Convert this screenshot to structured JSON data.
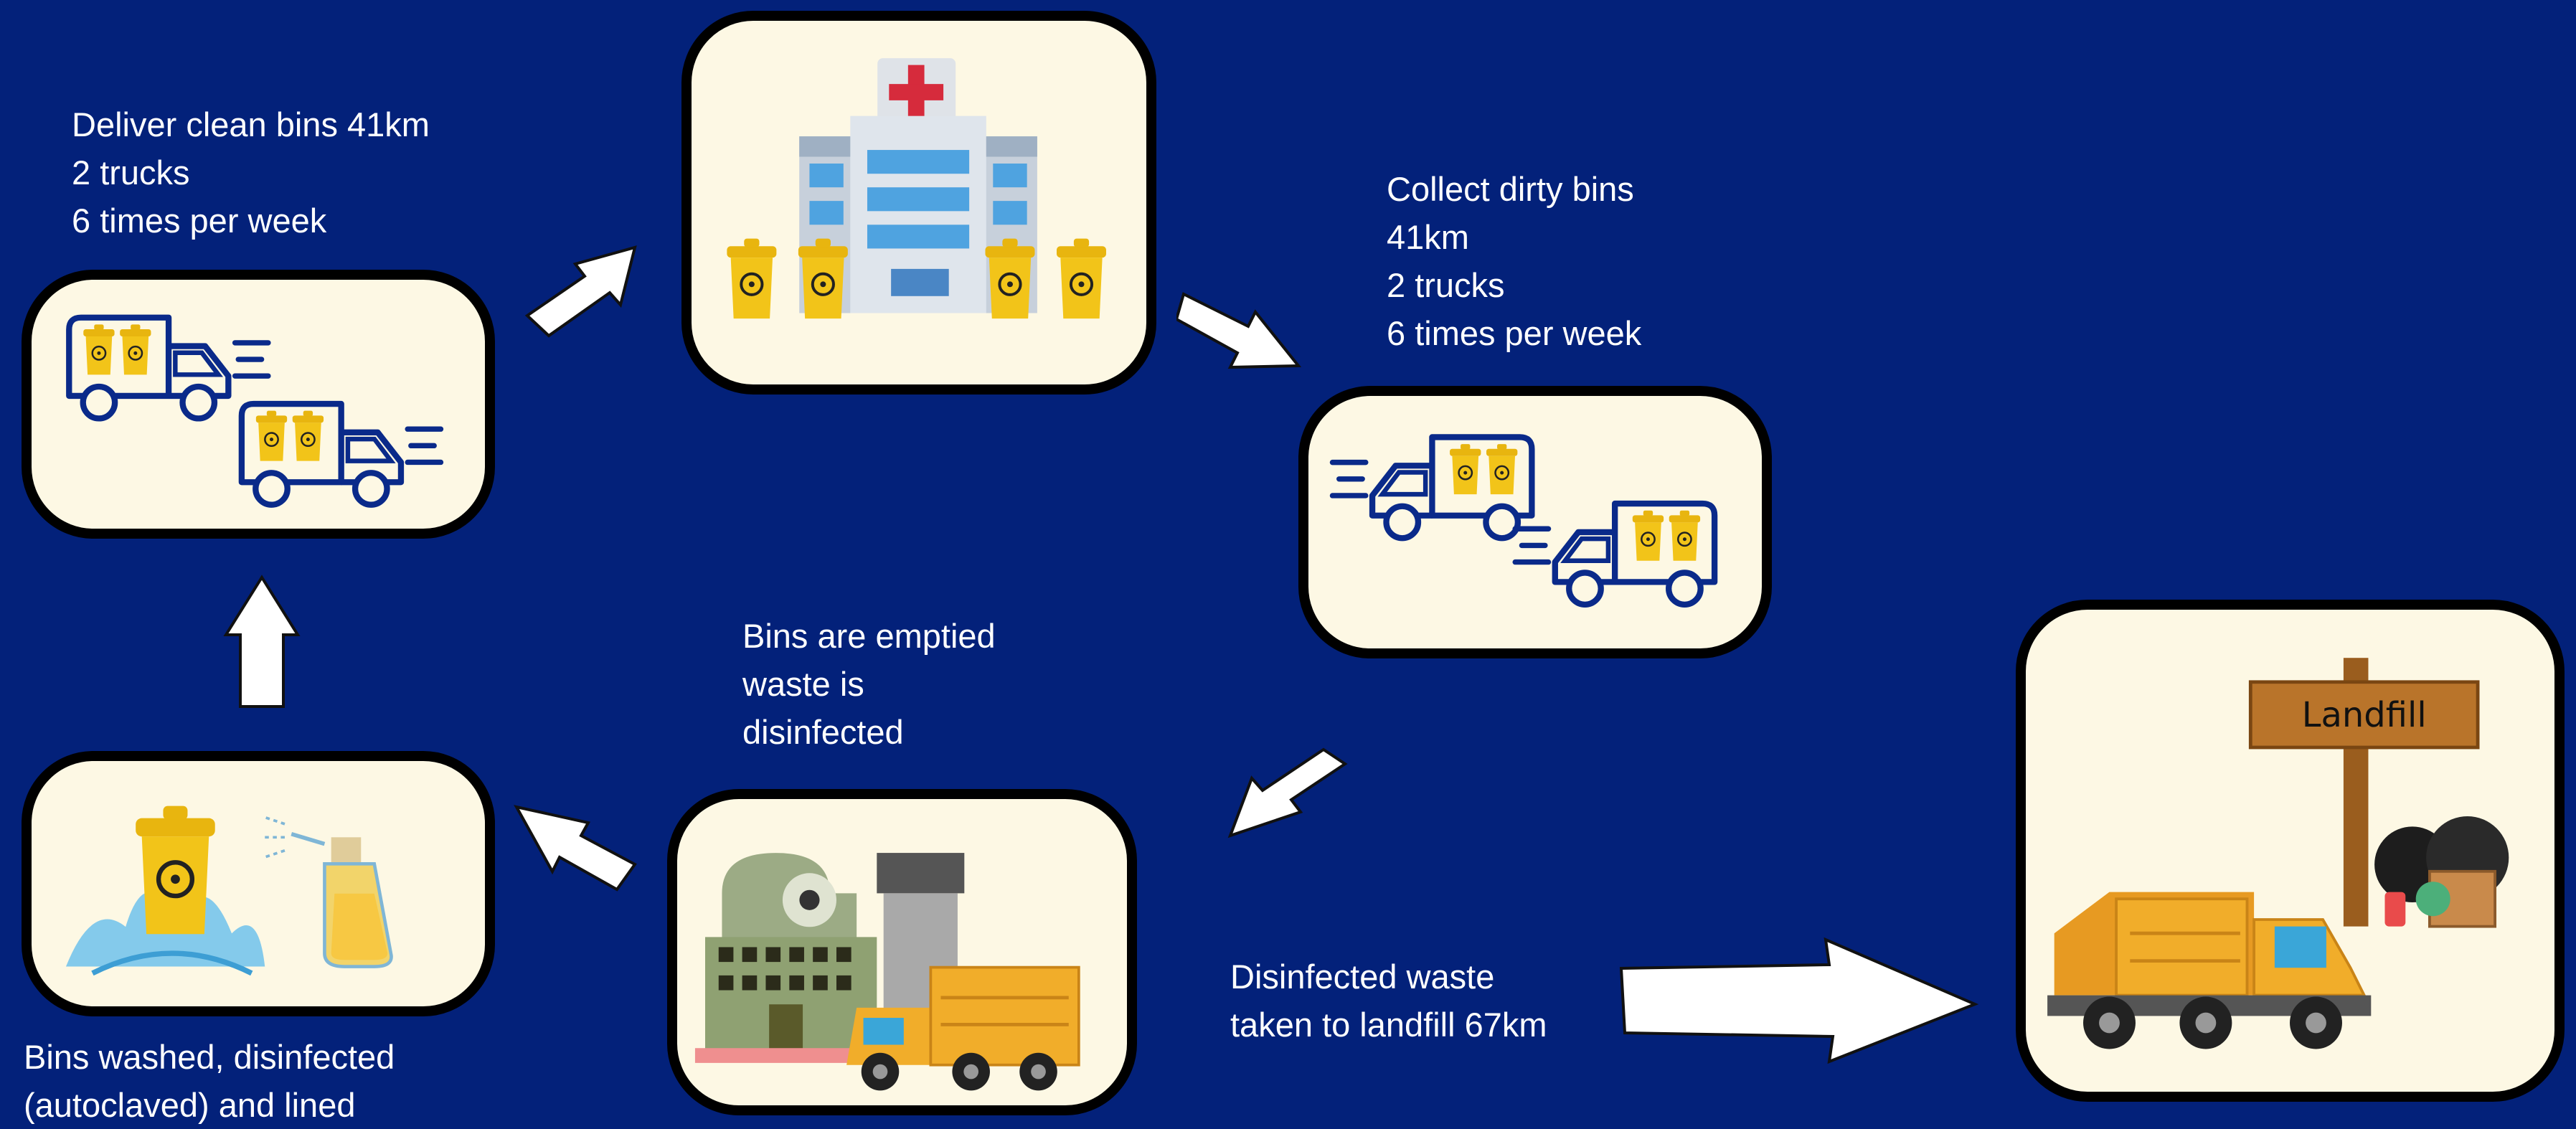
{
  "captions": {
    "deliver": [
      "Deliver clean bins 41km",
      "2 trucks",
      "6 times per week"
    ],
    "collect": [
      "Collect dirty bins",
      "41km",
      "2 trucks",
      "6 times per week"
    ],
    "emptied": [
      "Bins are emptied",
      "waste is",
      "disinfected"
    ],
    "washed": [
      "Bins washed, disinfected",
      "(autoclaved) and lined"
    ],
    "landfill_route": [
      "Disinfected waste",
      "taken to landfill 67km"
    ]
  },
  "landfill_sign": "Landfill",
  "colors": {
    "background": "#03217a",
    "card_fill": "#fdf8e4",
    "card_border": "#000000",
    "truck_outline": "#0a2a8a",
    "bin_yellow": "#f2c419",
    "arrow_fill": "#ffffff",
    "hospital_cross": "#d62b3c",
    "garbage_truck": "#f1ad2a"
  },
  "icons": {
    "hospital": "hospital-with-biohazard-bins-icon",
    "delivery_trucks": "delivery-trucks-icon",
    "collection_trucks": "collection-trucks-icon",
    "treatment_plant": "waste-treatment-plant-icon",
    "washing": "bin-washing-icon",
    "landfill": "landfill-icon"
  }
}
